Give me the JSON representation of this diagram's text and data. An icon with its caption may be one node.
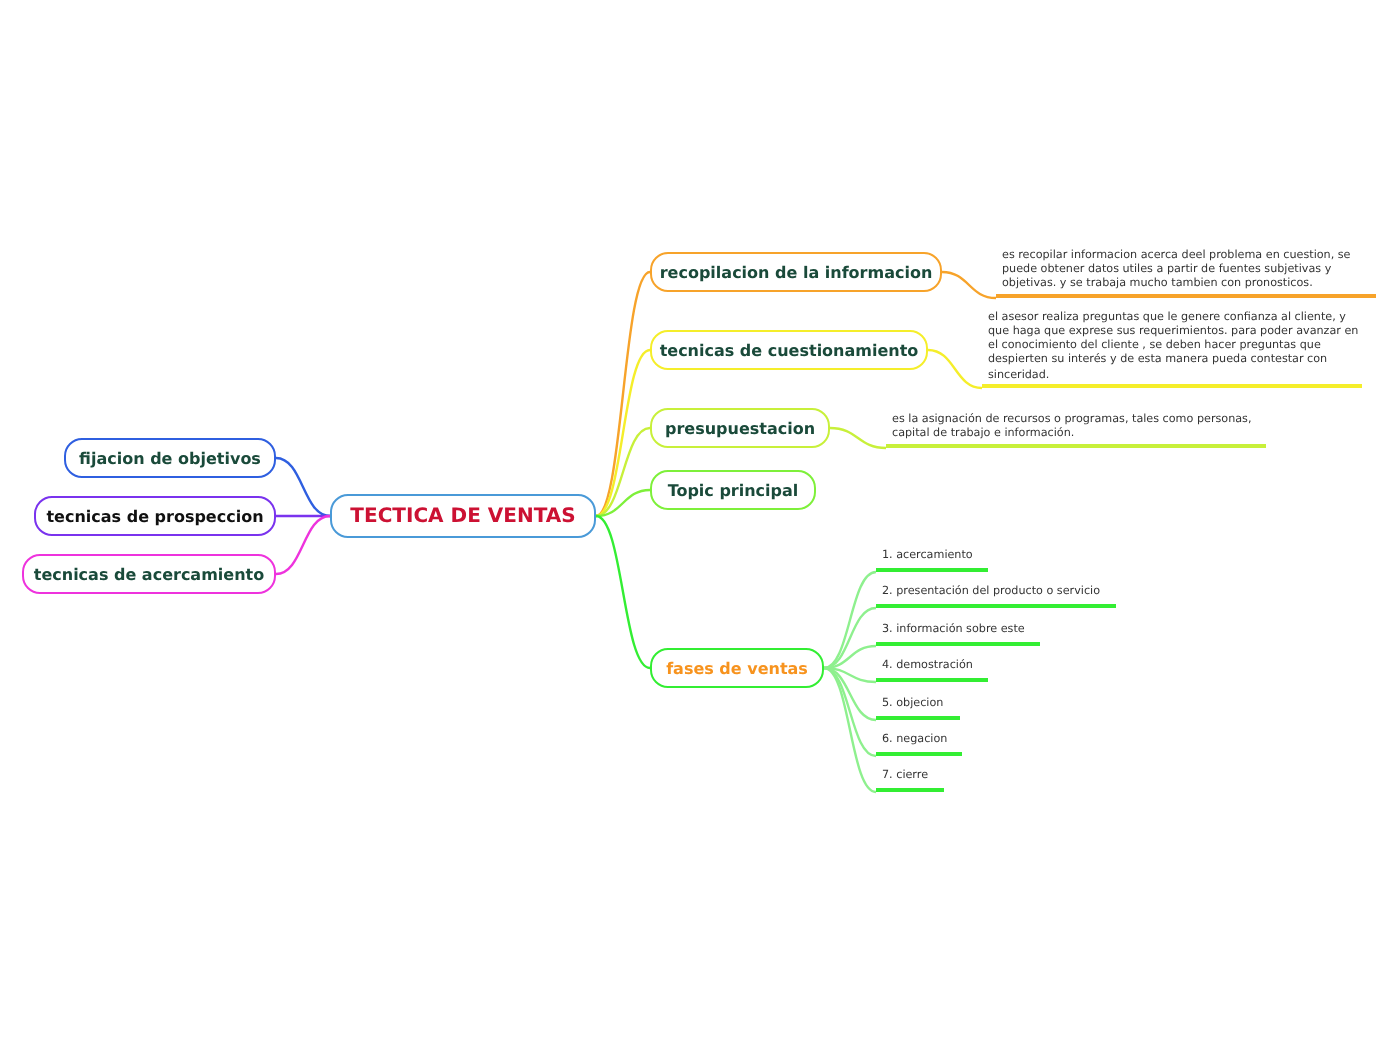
{
  "diagram": {
    "nodes": [
      {
        "text": [
          "TECTICA DE VENTAS"
        ]
      },
      {
        "text": [
          "fijacion de objetivos"
        ]
      },
      {
        "text": [
          "tecnicas de prospeccion"
        ]
      },
      {
        "text": [
          "tecnicas de acercamiento"
        ]
      },
      {
        "text": [
          "recopilacion de la informacion"
        ]
      },
      {
        "text": [
          "tecnicas de cuestionamiento"
        ]
      },
      {
        "text": [
          "presupuestacion"
        ]
      },
      {
        "text": [
          "Topic principal"
        ]
      },
      {
        "text": [
          "fases de ventas"
        ]
      },
      {
        "text": [
          "es recopilar informacion acerca deel problema en cuestion, se puede obtener datos utiles a partir de fuentes subjetivas y objetivas. y se trabaja mucho tambien con pronosticos."
        ]
      },
      {
        "text": [
          "el asesor realiza preguntas que le genere confianza al cliente, y que haga que exprese sus requerimientos. para poder avanzar en el conocimiento del cliente , se deben hacer preguntas que despierten su interés y de esta manera pueda contestar con sinceridad."
        ]
      },
      {
        "text": [
          "es la asignación de recursos o programas, tales como personas, capital de trabajo e información."
        ]
      },
      {
        "text": [
          "1. acercamiento"
        ]
      },
      {
        "text": [
          "2. presentación del producto o servicio"
        ]
      },
      {
        "text": [
          "3. información sobre este"
        ]
      },
      {
        "text": [
          "4. demostración"
        ]
      },
      {
        "text": [
          "5. objecion"
        ]
      },
      {
        "text": [
          "6. negacion"
        ]
      },
      {
        "text": [
          "7. cierre"
        ]
      }
    ],
    "edges": [
      {
        "from": 0,
        "to": 1,
        "arrow": "none",
        "color": "#2f5fe0"
      },
      {
        "from": 0,
        "to": 2,
        "arrow": "none",
        "color": "#7a33ee"
      },
      {
        "from": 0,
        "to": 3,
        "arrow": "none",
        "color": "#ee33dd"
      },
      {
        "from": 0,
        "to": 4,
        "arrow": "none",
        "color": "#f7a32a"
      },
      {
        "from": 0,
        "to": 5,
        "arrow": "none",
        "color": "#f5ee2a"
      },
      {
        "from": 0,
        "to": 6,
        "arrow": "none",
        "color": "#c8f03a"
      },
      {
        "from": 0,
        "to": 7,
        "arrow": "none",
        "color": "#7ef03a"
      },
      {
        "from": 0,
        "to": 8,
        "arrow": "none",
        "color": "#33ee33"
      },
      {
        "from": 4,
        "to": 9,
        "arrow": "none",
        "color": "#f7a32a"
      },
      {
        "from": 5,
        "to": 10,
        "arrow": "none",
        "color": "#f5ee2a"
      },
      {
        "from": 6,
        "to": 11,
        "arrow": "none",
        "color": "#c8f03a"
      },
      {
        "from": 8,
        "to": 12,
        "arrow": "none"
      },
      {
        "from": 8,
        "to": 13,
        "arrow": "none"
      },
      {
        "from": 8,
        "to": 14,
        "arrow": "none"
      },
      {
        "from": 8,
        "to": 15,
        "arrow": "none"
      },
      {
        "from": 8,
        "to": 16,
        "arrow": "none"
      },
      {
        "from": 8,
        "to": 17,
        "arrow": "none"
      },
      {
        "from": 8,
        "to": 18,
        "arrow": "none"
      }
    ]
  }
}
